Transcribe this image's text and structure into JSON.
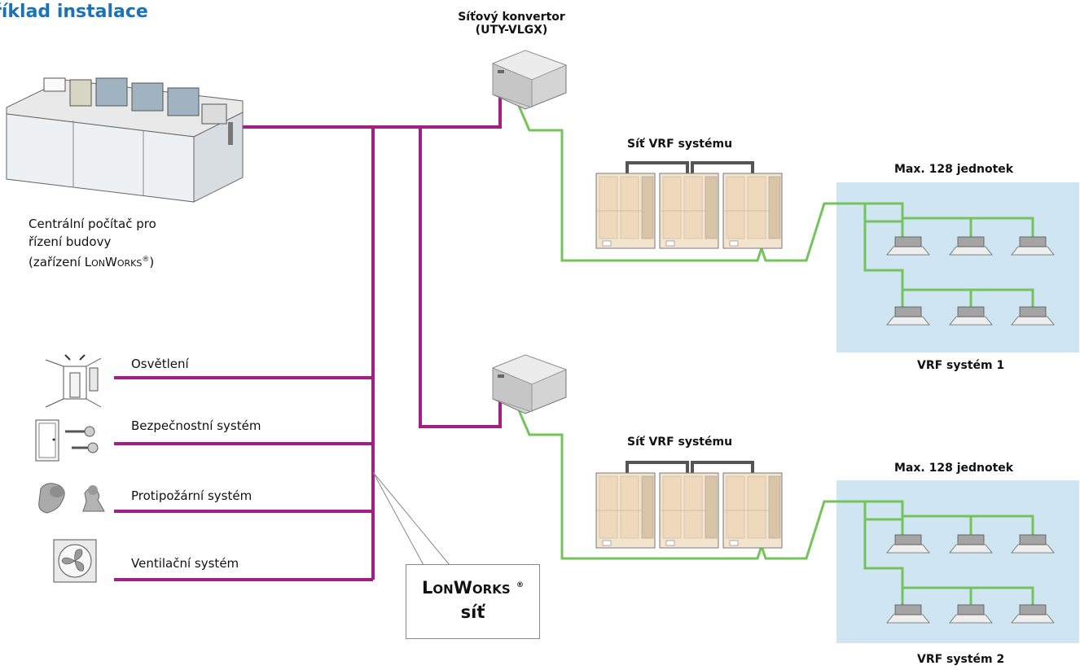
{
  "title": "říklad instalace",
  "computer": {
    "line1": "Centrální počítač pro",
    "line2": "řízení budovy",
    "line3_prefix": "(zařízení ",
    "line3_brand": "LonWorks",
    "line3_reg": "®",
    "line3_suffix": ")"
  },
  "converter": {
    "line1": "Síťový konvertor",
    "line2": "(UTY-VLGX)"
  },
  "vrf_network_label": "Síť VRF systému",
  "max_units_label": "Max. 128 jednotek",
  "vrf_system_1": "VRF systém 1",
  "vrf_system_2": "VRF systém 2",
  "subsystems": [
    {
      "label": "Osvětlení",
      "icon": "room-door-icon"
    },
    {
      "label": "Bezpečnostní systém",
      "icon": "door-key-icon"
    },
    {
      "label": "Protipožární systém",
      "icon": "firefighter-icon"
    },
    {
      "label": "Ventilační systém",
      "icon": "fan-icon"
    }
  ],
  "callout": {
    "brand": "LonWorks",
    "reg": "®",
    "word": "síť"
  },
  "colors": {
    "lon_line": "#a31f86",
    "vrf_line": "#74c35c",
    "zone_fill": "#cfe6f2",
    "title": "#1a72b8"
  }
}
